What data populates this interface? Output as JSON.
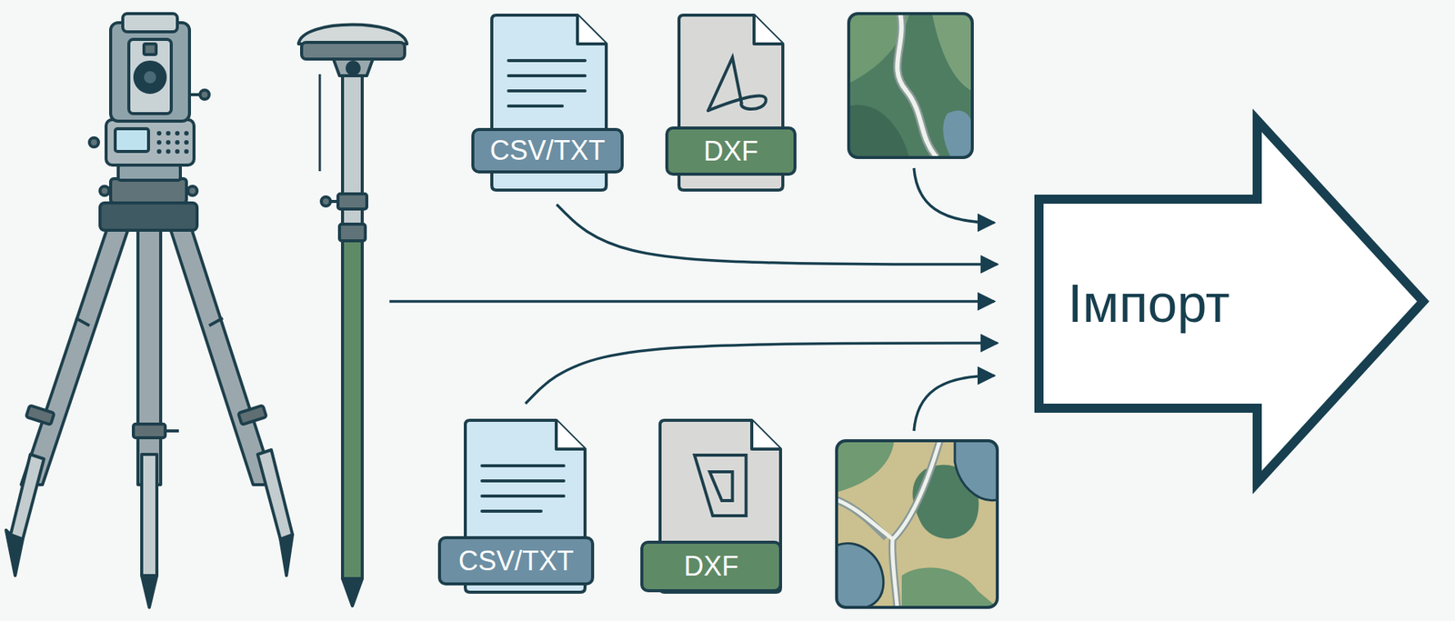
{
  "diagram": {
    "nodes": [
      {
        "text": [
          "CSV/TXT"
        ]
      },
      {
        "text": [
          "DXF"
        ]
      },
      {
        "text": [
          "CSV/TXT"
        ]
      },
      {
        "text": [
          "DXF"
        ]
      },
      {
        "text": [
          "Імпорт"
        ]
      }
    ],
    "edges": [
      {
        "from": 0,
        "to": 4,
        "arrow": "to"
      },
      {
        "from": 2,
        "to": 4,
        "arrow": "to"
      }
    ]
  }
}
